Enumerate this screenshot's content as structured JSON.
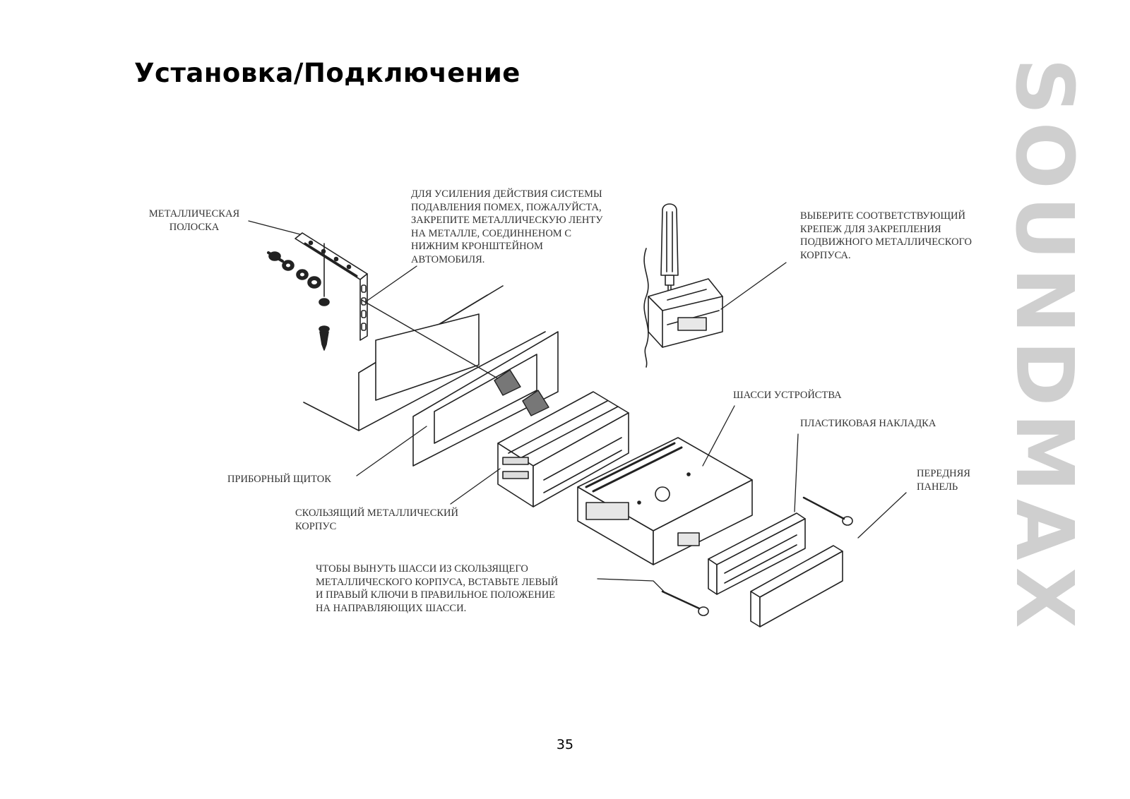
{
  "page": {
    "title": "Установка/Подключение",
    "page_number": "35",
    "brand": "SOUNDMAX"
  },
  "labels": {
    "metal_strip": "МЕТАЛЛИЧЕСКАЯ\nПОЛОСКА",
    "interference_note": "ДЛЯ УСИЛЕНИЯ ДЕЙСТВИЯ СИСТЕМЫ\nПОДАВЛЕНИЯ ПОМЕХ, ПОЖАЛУЙСТА,\nЗАКРЕПИТЕ МЕТАЛЛИЧЕСКУЮ ЛЕНТУ\nНА МЕТАЛЛЕ, СОЕДИННЕНОМ С\nНИЖНИМ КРОНШТЕЙНОМ\nАВТОМОБИЛЯ.",
    "fastener_note": "ВЫБЕРИТЕ СООТВЕТСТВУЮЩИЙ\nКРЕПЕЖ ДЛЯ ЗАКРЕПЛЕНИЯ\nПОДВИЖНОГО МЕТАЛЛИЧЕСКОГО\nКОРПУСА.",
    "chassis": "ШАССИ УСТРОЙСТВА",
    "plastic_trim": "ПЛАСТИКОВАЯ НАКЛАДКА",
    "front_panel": "ПЕРЕДНЯЯ\nПАНЕЛЬ",
    "dashboard": "ПРИБОРНЫЙ ЩИТОК",
    "sliding_case": "СКОЛЬЗЯЩИЙ МЕТАЛЛИЧЕСКИЙ\nКОРПУС",
    "removal_note": "ЧТОБЫ ВЫНУТЬ ШАССИ ИЗ СКОЛЬЗЯЩЕГО\nМЕТАЛЛИЧЕСКОГО КОРПУСА, ВСТАВЬТЕ ЛЕВЫЙ\nИ ПРАВЫЙ КЛЮЧИ В ПРАВИЛЬНОЕ ПОЛОЖЕНИЕ\nНА НАПРАВЛЯЮЩИХ ШАССИ."
  }
}
